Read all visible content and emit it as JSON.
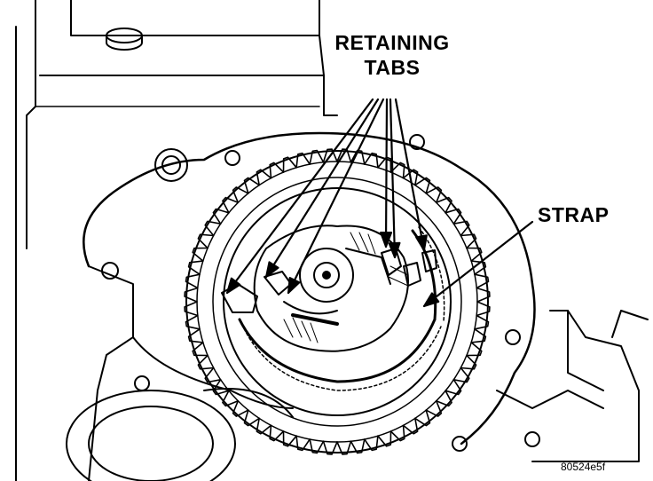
{
  "callouts": {
    "retaining_tabs_line1": "RETAINING",
    "retaining_tabs_line2": "TABS",
    "strap": "STRAP"
  },
  "figure_id": "80524e5f",
  "colors": {
    "ink": "#000000",
    "paper": "#ffffff"
  }
}
